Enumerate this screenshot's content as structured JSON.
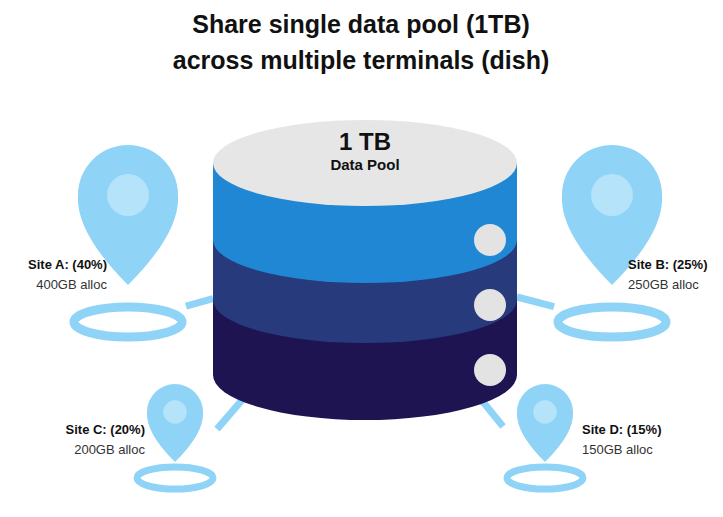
{
  "diagram": {
    "title": "Share single data pool (1TB) across multiple terminals (dish)",
    "nodes": [
      {
        "text": [
          "1 TB",
          "Data Pool"
        ]
      },
      {
        "text": [
          "Site A: (40%)",
          "400GB alloc"
        ]
      },
      {
        "text": [
          "Site B: (25%)",
          "250GB alloc"
        ]
      },
      {
        "text": [
          "Site C: (20%)",
          "200GB alloc"
        ]
      },
      {
        "text": [
          "Site D: (15%)",
          "150GB alloc"
        ]
      }
    ],
    "edges": [
      {
        "from": 0,
        "to": 1,
        "arrow": "none"
      },
      {
        "from": 0,
        "to": 2,
        "arrow": "none"
      },
      {
        "from": 0,
        "to": 3,
        "arrow": "none"
      },
      {
        "from": 0,
        "to": 4,
        "arrow": "none"
      }
    ]
  }
}
